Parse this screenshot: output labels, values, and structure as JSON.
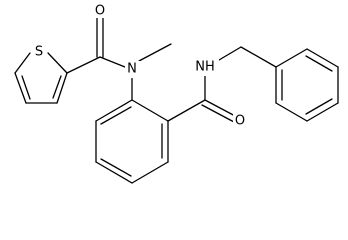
{
  "molecule": {
    "atoms": [
      {
        "id": "S1",
        "label": "S"
      },
      {
        "id": "O1",
        "label": "O"
      },
      {
        "id": "N1",
        "label": "N"
      },
      {
        "id": "N2",
        "label": "NH"
      },
      {
        "id": "O2",
        "label": "O"
      }
    ]
  },
  "colors": {
    "bond": "#000000",
    "background": "#ffffff"
  }
}
